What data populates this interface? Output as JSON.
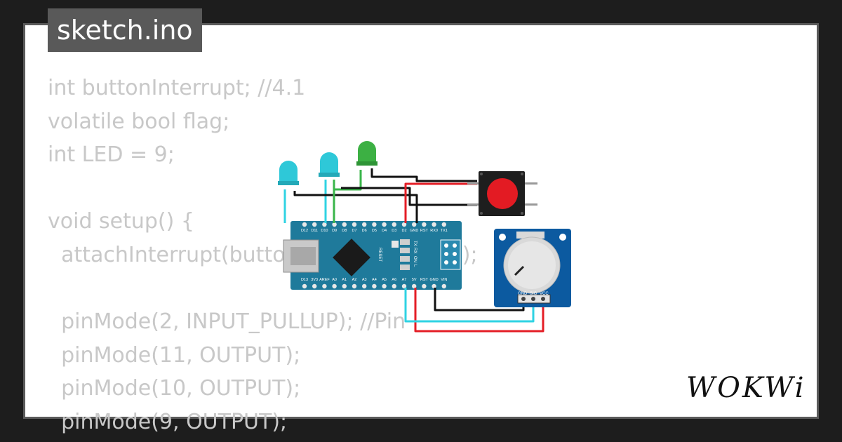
{
  "tab": {
    "title": "sketch.ino"
  },
  "code_lines": [
    "int buttonInterrupt; //4.1",
    "volatile bool flag;",
    "int LED = 9;",
    "",
    "void setup() {",
    "  attachInterrupt(button, blink, FALLING);",
    "",
    "  pinMode(2, INPUT_PULLUP); //Pin",
    "  pinMode(11, OUTPUT);",
    "  pinMode(10, OUTPUT);",
    "  pinMode(9, OUTPUT);"
  ],
  "board": {
    "top_pins": [
      "D12",
      "D11",
      "D10",
      "D9",
      "D8",
      "D7",
      "D6",
      "D5",
      "D4",
      "D3",
      "D2",
      "GND",
      "RST",
      "RX0",
      "TX1"
    ],
    "bottom_pins": [
      "D13",
      "3V3",
      "AREF",
      "A0",
      "A1",
      "A2",
      "A3",
      "A4",
      "A5",
      "A6",
      "A7",
      "5V",
      "RST",
      "GND",
      "VIN"
    ],
    "labels": {
      "reset": "RESET",
      "tx": "TX",
      "rx": "RX",
      "on": "ON",
      "l": "L"
    }
  },
  "potentiometer": {
    "pins": [
      "GND",
      "SIG",
      "VCC"
    ]
  },
  "logo": {
    "text": "WOKWi"
  },
  "colors": {
    "led_cyan": "#2ec8d8",
    "led_green": "#3cb043",
    "board": "#1f7a9b",
    "pot_module": "#0c5aa0",
    "button_red": "#e31b23",
    "wire_red": "#e41e26",
    "wire_black": "#111111",
    "wire_cyan": "#2fd3e3",
    "wire_green": "#39b54a"
  }
}
